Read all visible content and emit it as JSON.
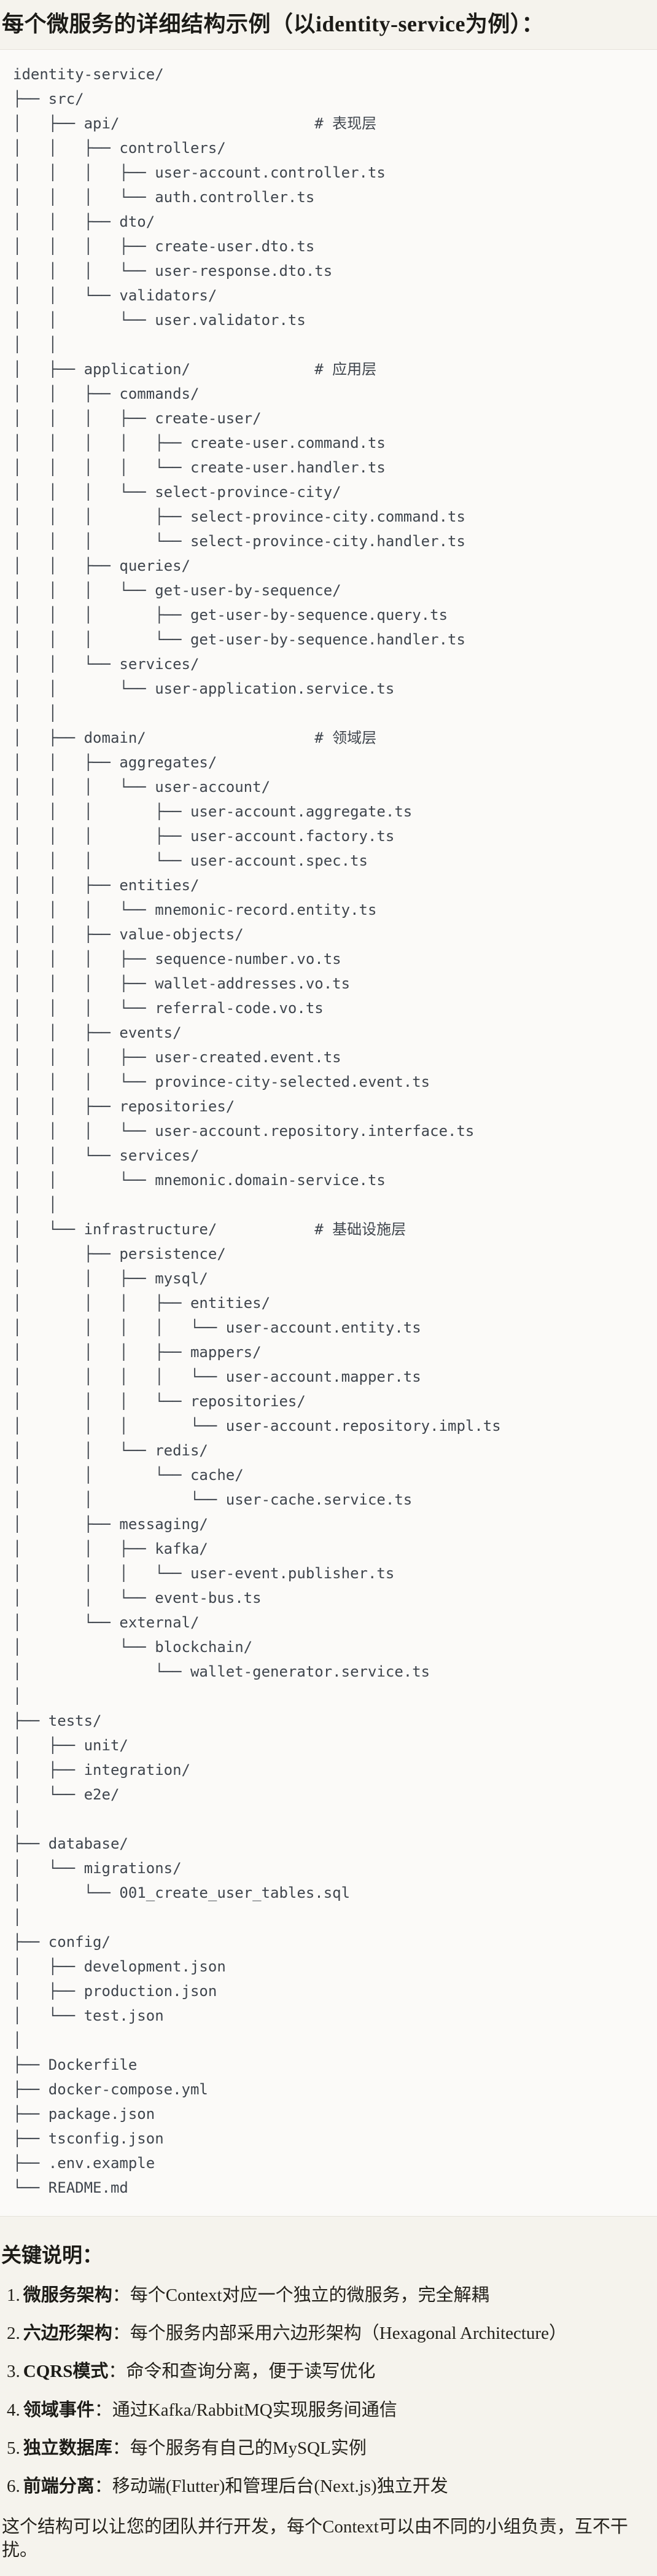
{
  "title": "每个微服务的详细结构示例（以identity-service为例）：",
  "palette": {
    "page_bg": "#f5f3ed",
    "code_bg": "#fbfaf8",
    "divider": "#e5e2da",
    "tree_text": "#3f454d",
    "body_text": "#24221c",
    "heading_text": "#1c1b17"
  },
  "code_block": {
    "tree_text": "identity-service/\n├── src/\n│   ├── api/                      # 表现层\n│   │   ├── controllers/\n│   │   │   ├── user-account.controller.ts\n│   │   │   └── auth.controller.ts\n│   │   ├── dto/\n│   │   │   ├── create-user.dto.ts\n│   │   │   └── user-response.dto.ts\n│   │   └── validators/\n│   │       └── user.validator.ts\n│   │\n│   ├── application/              # 应用层\n│   │   ├── commands/\n│   │   │   ├── create-user/\n│   │   │   │   ├── create-user.command.ts\n│   │   │   │   └── create-user.handler.ts\n│   │   │   └── select-province-city/\n│   │   │       ├── select-province-city.command.ts\n│   │   │       └── select-province-city.handler.ts\n│   │   ├── queries/\n│   │   │   └── get-user-by-sequence/\n│   │   │       ├── get-user-by-sequence.query.ts\n│   │   │       └── get-user-by-sequence.handler.ts\n│   │   └── services/\n│   │       └── user-application.service.ts\n│   │\n│   ├── domain/                   # 领域层\n│   │   ├── aggregates/\n│   │   │   └── user-account/\n│   │   │       ├── user-account.aggregate.ts\n│   │   │       ├── user-account.factory.ts\n│   │   │       └── user-account.spec.ts\n│   │   ├── entities/\n│   │   │   └── mnemonic-record.entity.ts\n│   │   ├── value-objects/\n│   │   │   ├── sequence-number.vo.ts\n│   │   │   ├── wallet-addresses.vo.ts\n│   │   │   └── referral-code.vo.ts\n│   │   ├── events/\n│   │   │   ├── user-created.event.ts\n│   │   │   └── province-city-selected.event.ts\n│   │   ├── repositories/\n│   │   │   └── user-account.repository.interface.ts\n│   │   └── services/\n│   │       └── mnemonic.domain-service.ts\n│   │\n│   └── infrastructure/           # 基础设施层\n│       ├── persistence/\n│       │   ├── mysql/\n│       │   │   ├── entities/\n│       │   │   │   └── user-account.entity.ts\n│       │   │   ├── mappers/\n│       │   │   │   └── user-account.mapper.ts\n│       │   │   └── repositories/\n│       │   │       └── user-account.repository.impl.ts\n│       │   └── redis/\n│       │       └── cache/\n│       │           └── user-cache.service.ts\n│       ├── messaging/\n│       │   ├── kafka/\n│       │   │   └── user-event.publisher.ts\n│       │   └── event-bus.ts\n│       └── external/\n│           └── blockchain/\n│               └── wallet-generator.service.ts\n│\n├── tests/\n│   ├── unit/\n│   ├── integration/\n│   └── e2e/\n│\n├── database/\n│   └── migrations/\n│       └── 001_create_user_tables.sql\n│\n├── config/\n│   ├── development.json\n│   ├── production.json\n│   └── test.json\n│\n├── Dockerfile\n├── docker-compose.yml\n├── package.json\n├── tsconfig.json\n├── .env.example\n└── README.md"
  },
  "notes": {
    "heading": "关键说明：",
    "items": [
      {
        "num": "1.",
        "label": "微服务架构",
        "desc": "：每个Context对应一个独立的微服务，完全解耦"
      },
      {
        "num": "2.",
        "label": "六边形架构",
        "desc": "：每个服务内部采用六边形架构（Hexagonal Architecture）"
      },
      {
        "num": "3.",
        "label": "CQRS模式",
        "desc": "：命令和查询分离，便于读写优化"
      },
      {
        "num": "4.",
        "label": "领域事件",
        "desc": "：通过Kafka/RabbitMQ实现服务间通信"
      },
      {
        "num": "5.",
        "label": "独立数据库",
        "desc": "：每个服务有自己的MySQL实例"
      },
      {
        "num": "6.",
        "label": "前端分离",
        "desc": "：移动端(Flutter)和管理后台(Next.js)独立开发"
      }
    ],
    "footer": "这个结构可以让您的团队并行开发，每个Context可以由不同的小组负责，互不干扰。"
  }
}
